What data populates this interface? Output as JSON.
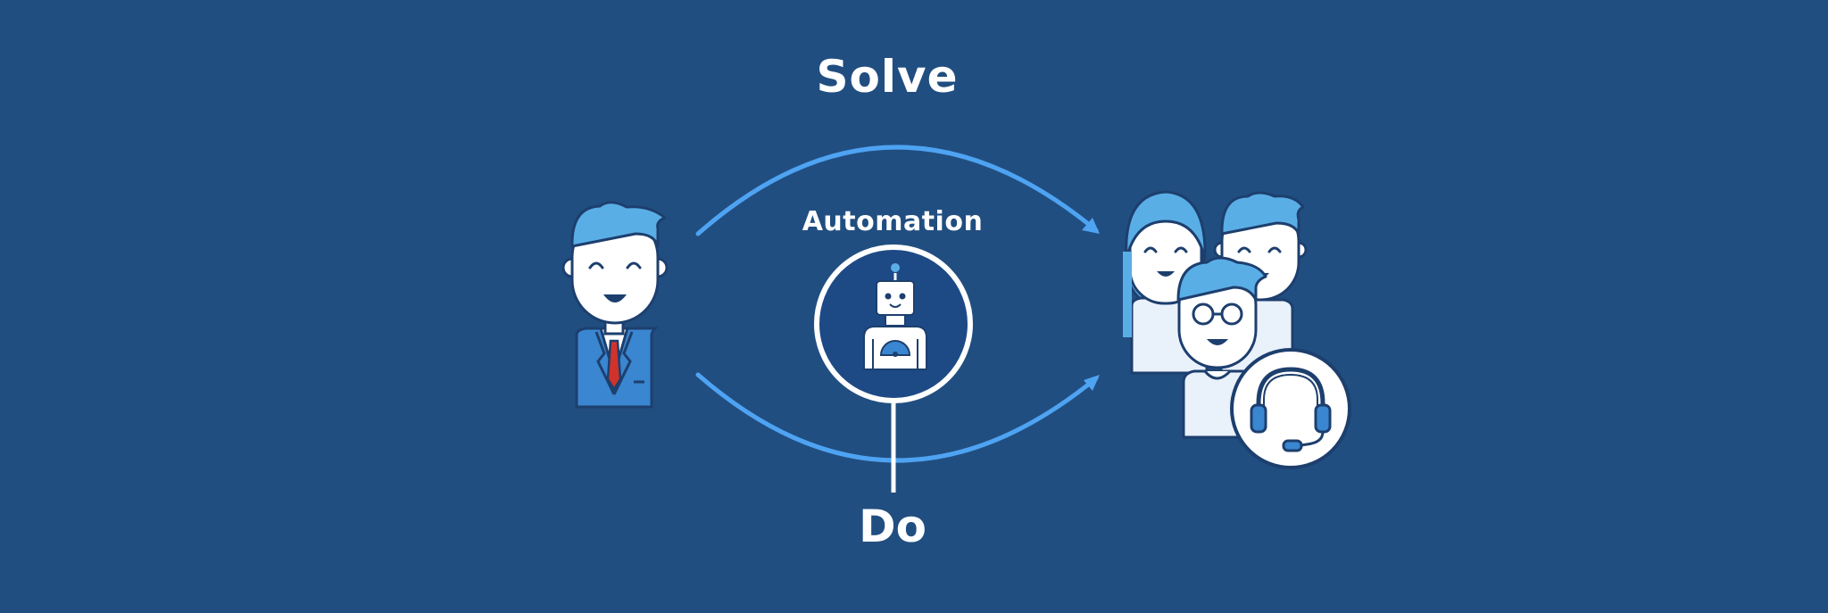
{
  "labels": {
    "solve": "Solve",
    "automation": "Automation",
    "do": "Do"
  },
  "colors": {
    "background": "#214e80",
    "arrow": "#4ea3f2",
    "hair": "#5aaee6",
    "outline": "#1d3f6e",
    "skin": "#ffffff",
    "suit": "#3a86d0",
    "tie": "#d0332b",
    "robot_badge": "#1d4a85"
  },
  "icons": {
    "left_figure": "businessman-icon",
    "center_badge": "robot-icon",
    "right_group": "team-icon",
    "support_badge": "headset-icon"
  }
}
